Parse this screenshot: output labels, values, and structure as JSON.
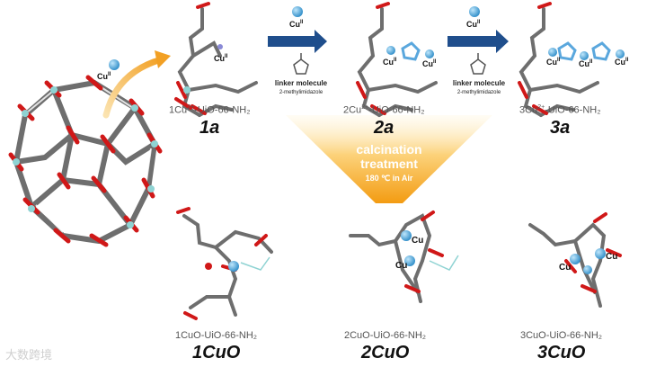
{
  "ion": {
    "label": "Cu",
    "superscript": "II"
  },
  "top": [
    {
      "formula_a": "1Cu",
      "formula_sup": "2+",
      "formula_b": "-UiO-66-NH₂",
      "id": "1a",
      "cu_tags": [
        "Cu",
        "II"
      ]
    },
    {
      "formula_a": "2Cu",
      "formula_sup": "2+",
      "formula_b": "-UiO-66-NH₂",
      "id": "2a"
    },
    {
      "formula_a": "3Cu",
      "formula_sup": "2+",
      "formula_b": "-UiO-66-NH₂",
      "id": "3a"
    }
  ],
  "linker": {
    "line1": "linker molecule",
    "line2": "2-methylimidazole"
  },
  "calcination": {
    "line1": "calcination",
    "line2": "treatment",
    "line3": "180 ℃ in Air"
  },
  "bottom": [
    {
      "formula": "1CuO-UiO-66-NH₂",
      "id": "1CuO"
    },
    {
      "formula": "2CuO-UiO-66-NH₂",
      "id": "2CuO"
    },
    {
      "formula": "3CuO-UiO-66-NH₂",
      "id": "3CuO"
    }
  ],
  "cu_label": "Cu",
  "watermark": "大数跨境",
  "colors": {
    "arrow_blue": "#1f4e8c",
    "arrow_orange": "#f2a024",
    "funnel_orange": "#f39c12",
    "cu_blue": "#3e9fd6",
    "oxygen_red": "#d01818",
    "carbon_gray": "#777777",
    "zr_cyan": "#8fd3d3"
  }
}
